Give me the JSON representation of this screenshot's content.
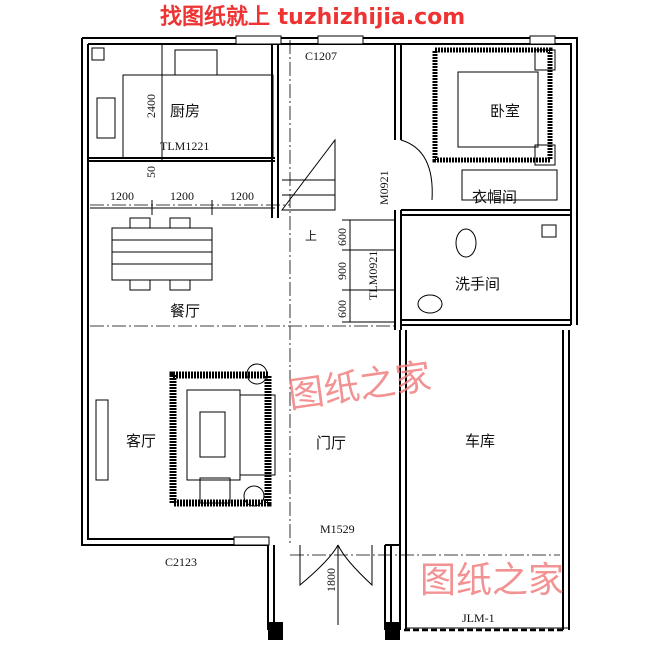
{
  "watermark_top": "找图纸就上 tuzhizhijia.com",
  "watermark_mid": "图纸之家",
  "watermark_bottom": "图纸之家",
  "rooms": {
    "kitchen": "厨房",
    "bedroom": "卧室",
    "cloakroom": "衣帽间",
    "washroom": "洗手间",
    "dining": "餐厅",
    "living": "客厅",
    "foyer": "门厅",
    "garage": "车库"
  },
  "labels": {
    "window_top": "C1207",
    "window_bottom": "C2123",
    "door_kitchen": "TLM1221",
    "door_bedroom": "M0921",
    "door_bath": "TLM0921",
    "door_main": "M1529",
    "door_garage": "JLM-1",
    "stair_up": "上"
  },
  "dimensions": {
    "kitchen_depth": "2400",
    "gap": "50",
    "dining_1": "1200",
    "dining_2": "1200",
    "dining_3": "1200",
    "side_1": "600",
    "side_2": "900",
    "side_3": "600",
    "porch": "1800"
  },
  "colors": {
    "watermark": "#e33333",
    "watermark_light": "#f08080"
  }
}
